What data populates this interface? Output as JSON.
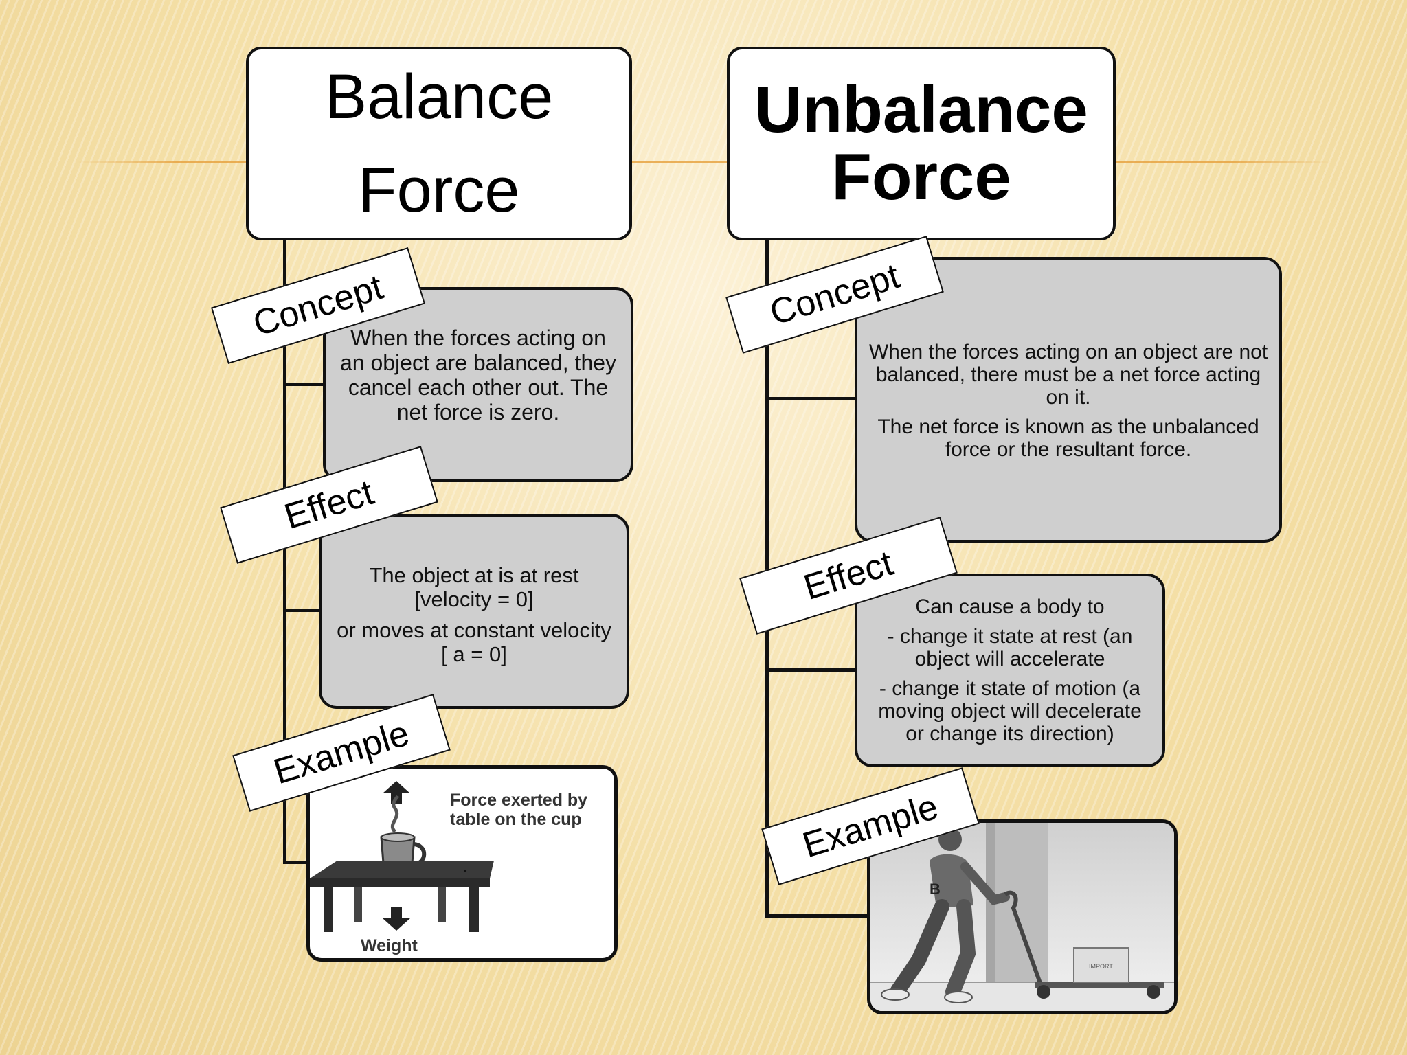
{
  "left": {
    "title_line1": "Balance",
    "title_line2": "Force",
    "concept_label": "Concept",
    "concept_text": "When the forces acting on an object are balanced, they cancel each other out. The net force is zero.",
    "effect_label": "Effect",
    "effect_text1": "The object at is at rest [velocity = 0]",
    "effect_text2": "or moves at constant velocity [ a = 0]",
    "example_label": "Example",
    "example_caption_line1": "Force exerted by",
    "example_caption_line2": "table on the cup",
    "example_weight": "Weight"
  },
  "right": {
    "title_line1": "Unbalance",
    "title_line2": "Force",
    "concept_label": "Concept",
    "concept_text1": "When the forces acting on an object are not balanced, there must be a net force acting on it.",
    "concept_text2": "The net force is known as the unbalanced force or the resultant force.",
    "effect_label": "Effect",
    "effect_text1": "Can cause a body to",
    "effect_text2": "- change it state at rest (an object will accelerate",
    "effect_text3": "- change it state of motion (a moving object will decelerate or change its direction)",
    "example_label": "Example",
    "example_person_letter": "B",
    "example_box_text": "IMPORT"
  }
}
